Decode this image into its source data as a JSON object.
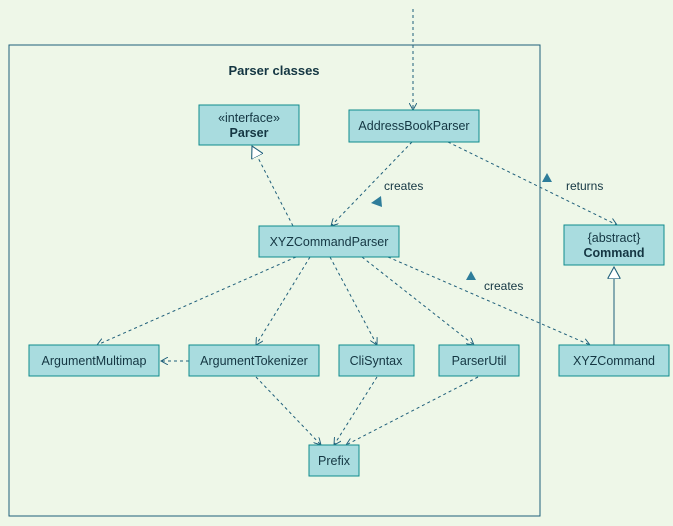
{
  "frame": {
    "title": "Parser classes"
  },
  "classes": {
    "parser": {
      "stereotype": "«interface»",
      "name": "Parser"
    },
    "address_book_parser": {
      "name": "AddressBookParser"
    },
    "xyz_command_parser": {
      "name": "XYZCommandParser"
    },
    "command": {
      "stereotype": "{abstract}",
      "name": "Command"
    },
    "argument_multimap": {
      "name": "ArgumentMultimap"
    },
    "argument_tokenizer": {
      "name": "ArgumentTokenizer"
    },
    "cli_syntax": {
      "name": "CliSyntax"
    },
    "parser_util": {
      "name": "ParserUtil"
    },
    "xyz_command": {
      "name": "XYZCommand"
    },
    "prefix": {
      "name": "Prefix"
    }
  },
  "edge_labels": {
    "creates_parser": "creates",
    "returns": "returns",
    "creates_command": "creates"
  }
}
